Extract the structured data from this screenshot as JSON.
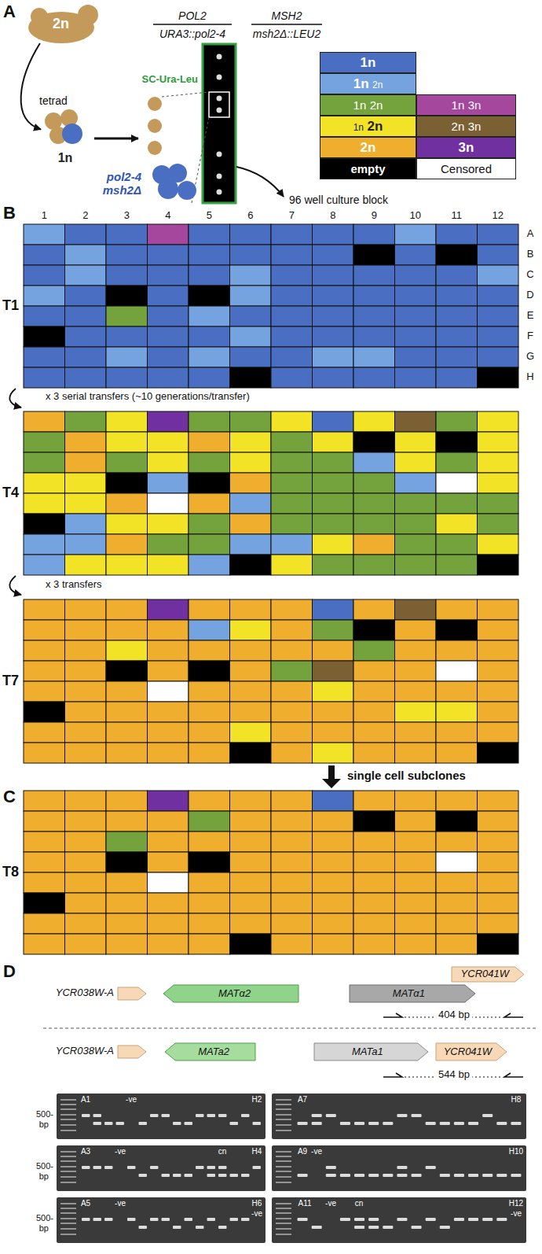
{
  "diagram": {
    "nodes": [
      {
        "text": [
          "2n"
        ]
      },
      {
        "text": [
          "1n"
        ]
      },
      {
        "text": [
          "pol2-4 msh2Δ"
        ]
      },
      {
        "text": [
          "YCR041W"
        ]
      },
      {
        "text": [
          "MATα2"
        ]
      },
      {
        "text": [
          "MATα1"
        ]
      },
      {
        "text": [
          "MATa2"
        ]
      },
      {
        "text": [
          "MATa1"
        ]
      },
      {
        "text": [
          "YCR041W"
        ]
      }
    ],
    "edges": [
      {
        "from": 0,
        "to": 1,
        "arrow": "to"
      }
    ],
    "labels": [
      "A",
      "POL2",
      "URA3::pol2-4",
      "MSH2",
      "msh2Δ::LEU2",
      "tetrad",
      "SC-Ura-Leu",
      "96 well culture block",
      "B",
      "1",
      "2",
      "3",
      "4",
      "5",
      "6",
      "7",
      "8",
      "9",
      "10",
      "11",
      "12",
      "A",
      "B",
      "C",
      "D",
      "E",
      "F",
      "G",
      "H",
      "T1",
      "x 3 serial transfers (~10 generations/transfer)",
      "T4",
      "x 3 transfers",
      "T7",
      "single cell subclones",
      "C",
      "T8",
      "D",
      "YCR038W-A",
      "404 bp",
      "YCR038W-A",
      "544 bp",
      "A1",
      "-ve",
      "H2",
      "A7",
      "H8",
      "500-",
      "bp",
      "A3",
      "-ve",
      "cn",
      "H4",
      "A9",
      "-ve",
      "H10",
      "500-",
      "bp",
      "A5",
      "-ve",
      "H6",
      "-ve",
      "A11",
      "-ve",
      "cn",
      "H12",
      "-ve",
      "500-",
      "bp"
    ],
    "legend": [
      {
        "text": "1n",
        "color": "#4a6ec2"
      },
      {
        "text": "1n 2n",
        "color": "#74a3e0"
      },
      {
        "text": "1n 2n",
        "color": "#74a23c"
      },
      {
        "text": "1n 3n",
        "color": "#a4479d"
      },
      {
        "text": "1n 2n",
        "color": "#f3e326"
      },
      {
        "text": "2n 3n",
        "color": "#7b6034"
      },
      {
        "text": "2n",
        "color": "#f0ae2e"
      },
      {
        "text": "3n",
        "color": "#7030a0"
      },
      {
        "text": "empty",
        "color": "#000000"
      },
      {
        "text": "Censored",
        "color": "#ffffff"
      }
    ]
  }
}
